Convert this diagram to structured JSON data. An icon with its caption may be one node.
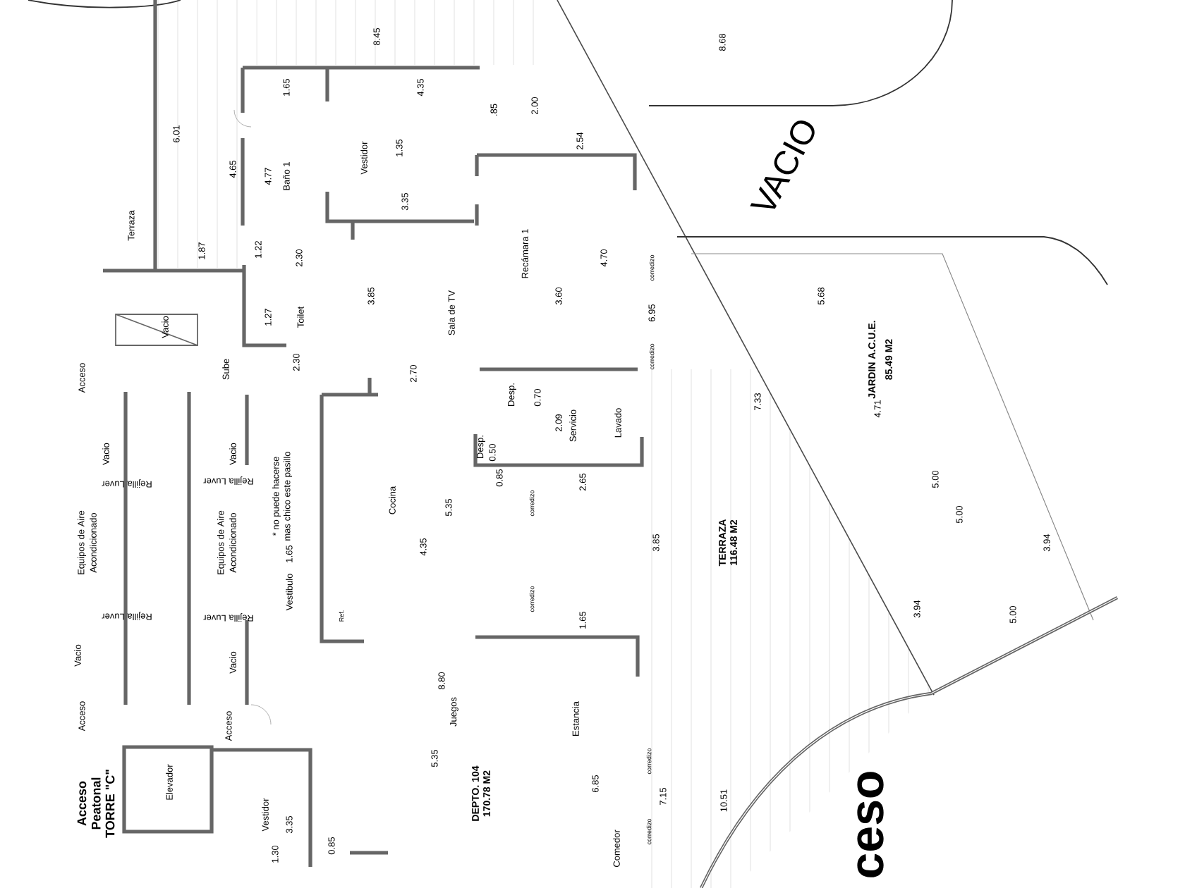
{
  "diagram": {
    "labels": [
      "8.45",
      "8.68",
      "6.01",
      "1.65",
      "4.35",
      "4.65",
      "4.77",
      "Baño 1",
      "Vestidor",
      "1.35",
      ".85",
      "2.00",
      "2.54",
      "3.35",
      "VACIO",
      "Terraza",
      "1.87",
      "1.22",
      "2.30",
      "Recámara 1",
      "3.60",
      "4.70",
      "3.85",
      "Sala de TV",
      "corredizo",
      "6.95",
      "corredizo",
      "5.68",
      "7.33",
      "JARDIN A.C.U.E.",
      "85.49 M2",
      "4.71",
      "Acceso",
      "Vacio",
      "1.27",
      "Toilet",
      "Sube",
      "2.30",
      "2.70",
      "Desp.",
      "0.70",
      "2.09",
      "Servicio",
      "Lavado",
      "Desp.",
      "0.50",
      "0.85",
      "2.65",
      "corredizo",
      "corredizo",
      "Vacio",
      "Vacio",
      "Rejilla Luver",
      "Rejilla Luver",
      "Equipos de Aire",
      "Acondicionado",
      "Equipos de Aire",
      "Acondicionado",
      "* no puede hacerse",
      "mas chico este pasillo",
      "Cocina",
      "4.35",
      "5.35",
      "1.65",
      "Vestibulo",
      "Rejilla Luver",
      "Rejilla Luver",
      "Ref.",
      "Vacio",
      "Vacio",
      "TERRAZA",
      "116.48 M2",
      "3.85",
      "1.65",
      "corredizo",
      "corredizo",
      "8.80",
      "Acceso",
      "Acceso",
      "Juegos",
      "Acceso",
      "Peatonal",
      "TORRE \"C\"",
      "Elevador",
      "Estancia",
      "5.35",
      "DEPTO. 104",
      "170.78 M2",
      "6.85",
      "7.15",
      "10.51",
      "Comedor",
      "Vestidor",
      "3.35",
      "1.30",
      "0.85",
      "5.00",
      "5.00",
      "3.94",
      "3.94",
      "5.00",
      "ceso"
    ]
  }
}
